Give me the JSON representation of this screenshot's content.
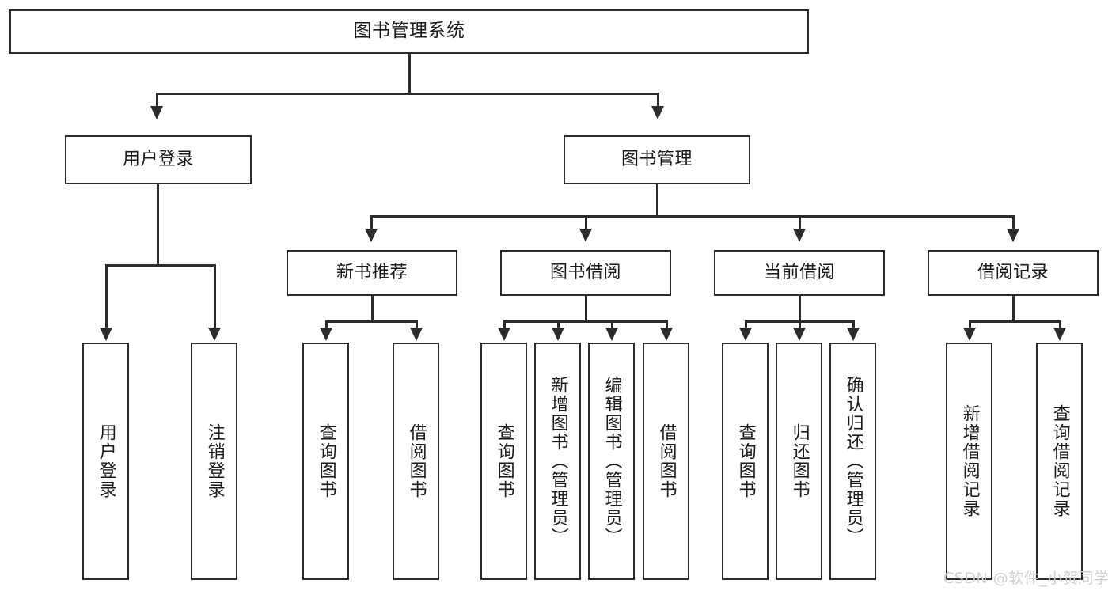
{
  "diagram": {
    "title": "图书管理系统",
    "type": "hierarchy-tree",
    "root": {
      "id": "root",
      "label": "图书管理系统"
    },
    "level2": [
      {
        "id": "user-login",
        "label": "用户登录"
      },
      {
        "id": "book-management",
        "label": "图书管理"
      }
    ],
    "level3": [
      {
        "id": "new-book-recommend",
        "label": "新书推荐"
      },
      {
        "id": "book-borrow",
        "label": "图书借阅"
      },
      {
        "id": "current-borrow",
        "label": "当前借阅"
      },
      {
        "id": "borrow-record",
        "label": "借阅记录"
      }
    ],
    "leaves": {
      "user_login": [
        {
          "id": "leaf-user-login",
          "label": "用户登录"
        },
        {
          "id": "leaf-user-logout",
          "label": "注销登录"
        }
      ],
      "new_book_recommend": [
        {
          "id": "leaf-query-book-1",
          "label": "查询图书"
        },
        {
          "id": "leaf-borrow-book-1",
          "label": "借阅图书"
        }
      ],
      "book_borrow": [
        {
          "id": "leaf-query-book-2",
          "label": "查询图书"
        },
        {
          "id": "leaf-add-book",
          "label": "新增图书（管理员）"
        },
        {
          "id": "leaf-edit-book",
          "label": "编辑图书（管理员）"
        },
        {
          "id": "leaf-borrow-book-2",
          "label": "借阅图书"
        }
      ],
      "current_borrow": [
        {
          "id": "leaf-query-book-3",
          "label": "查询图书"
        },
        {
          "id": "leaf-return-book",
          "label": "归还图书"
        },
        {
          "id": "leaf-confirm-return",
          "label": "确认归还（管理员）"
        }
      ],
      "borrow_record": [
        {
          "id": "leaf-add-record",
          "label": "新增借阅记录"
        },
        {
          "id": "leaf-query-record",
          "label": "查询借阅记录"
        }
      ]
    }
  },
  "watermark": {
    "text": "CSDN @软件_小贺同学"
  },
  "colors": {
    "stroke": "#2b2b2b",
    "background": "#ffffff",
    "text": "#1a1a1a",
    "watermark": "#cfcfcf"
  }
}
